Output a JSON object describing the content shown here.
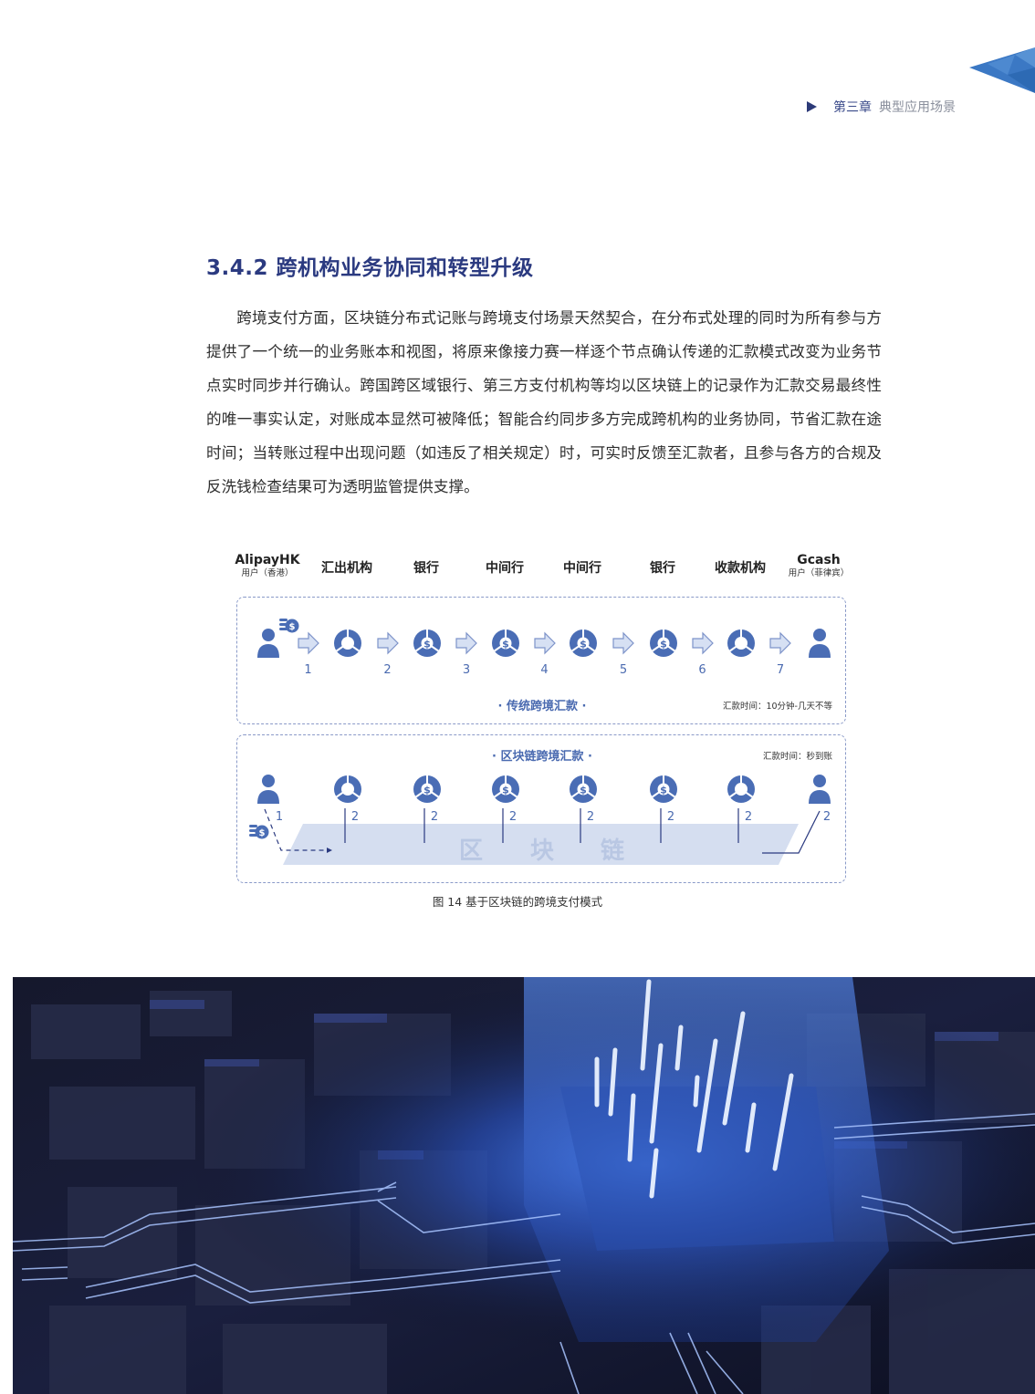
{
  "header": {
    "chapter": "第三章",
    "chapter_topic": "典型应用场景"
  },
  "section": {
    "title": "3.4.2  跨机构业务协同和转型升级",
    "paragraph": "跨境支付方面，区块链分布式记账与跨境支付场景天然契合，在分布式处理的同时为所有参与方提供了一个统一的业务账本和视图，将原来像接力赛一样逐个节点确认传递的汇款模式改变为业务节点实时同步并行确认。跨国跨区域银行、第三方支付机构等均以区块链上的记录作为汇款交易最终性的唯一事实认定，对账成本显然可被降低；智能合约同步多方完成跨机构的业务协同，节省汇款在途时间；当转账过程中出现问题（如违反了相关规定）时，可实时反馈至汇款者，且参与各方的合规及反洗钱检查结果可为透明监管提供支撑。"
  },
  "figure": {
    "columns": [
      {
        "name": "AlipayHK",
        "sub": "用户（香港）",
        "icon": "user-icon"
      },
      {
        "name": "汇出机构",
        "sub": "",
        "icon": "institution-icon"
      },
      {
        "name": "银行",
        "sub": "",
        "icon": "bank-dollar-icon"
      },
      {
        "name": "中间行",
        "sub": "",
        "icon": "bank-dollar-icon"
      },
      {
        "name": "中间行",
        "sub": "",
        "icon": "bank-dollar-icon"
      },
      {
        "name": "银行",
        "sub": "",
        "icon": "bank-dollar-icon"
      },
      {
        "name": "收款机构",
        "sub": "",
        "icon": "institution-icon"
      },
      {
        "name": "Gcash",
        "sub": "用户（菲律宾）",
        "icon": "user-icon"
      }
    ],
    "traditional": {
      "title": "· 传统跨境汇款 ·",
      "time_label": "汇款时间：10分钟-几天不等",
      "steps": [
        "1",
        "2",
        "3",
        "4",
        "5",
        "6",
        "7"
      ]
    },
    "blockchain": {
      "title": "· 区块链跨境汇款 ·",
      "time_label": "汇款时间：秒到账",
      "sender_step": "1",
      "node_steps": [
        "2",
        "2",
        "2",
        "2",
        "2",
        "2",
        "2"
      ],
      "chain_chars": [
        "区",
        "块",
        "链"
      ]
    },
    "caption": "图 14   基于区块链的跨境支付模式",
    "colors": {
      "icon": "#4a6db5",
      "arrow_fill": "#d6e0f3",
      "arrow_stroke": "#7d93c9",
      "chain_band": "#d5def0",
      "title_navy": "#2b3a80"
    }
  },
  "photo": {
    "description": "blockchain-circuit-cube-illustration"
  }
}
